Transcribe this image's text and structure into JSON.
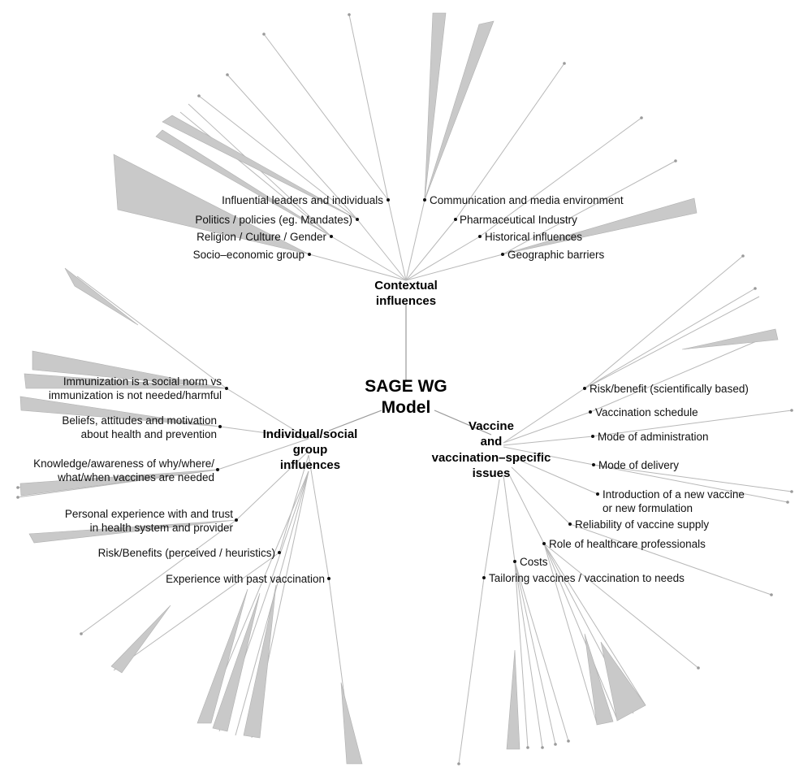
{
  "root": {
    "line1": "SAGE WG",
    "line2": "Model"
  },
  "contextual": {
    "title_line1": "Contextual",
    "title_line2": "influences",
    "items": [
      "Influential leaders and individuals",
      "Politics / policies (eg. Mandates)",
      "Religion / Culture / Gender",
      "Socio–economic group",
      "Communication and media environment",
      "Pharmaceutical Industry",
      "Historical influences",
      "Geographic barriers"
    ]
  },
  "individual": {
    "title_line1": "Individual/social",
    "title_line2": "group",
    "title_line3": "influences",
    "items": [
      [
        "Immunization is a social norm vs",
        "immunization is not needed/harmful"
      ],
      [
        "Beliefs, attitudes and motivation",
        "about health and prevention"
      ],
      [
        "Knowledge/awareness of why/where/",
        "what/when vaccines are needed"
      ],
      [
        "Personal experience with and trust",
        "in health system and provider"
      ],
      [
        "Risk/Benefits (perceived / heuristics)"
      ],
      [
        "Experience with past vaccination"
      ]
    ]
  },
  "vaccine": {
    "title_line1": "Vaccine",
    "title_line2": "and",
    "title_line3": "vaccination–specific",
    "title_line4": "issues",
    "items": [
      [
        "Risk/benefit (scientifically based)"
      ],
      [
        "Vaccination schedule"
      ],
      [
        "Mode of administration"
      ],
      [
        "Mode of delivery"
      ],
      [
        "Introduction of a new vaccine",
        "or new formulation"
      ],
      [
        "Reliability of vaccine supply"
      ],
      [
        "Role of healthcare professionals"
      ],
      [
        "Costs"
      ],
      [
        "Tailoring vaccines /  vaccination to needs"
      ]
    ]
  }
}
